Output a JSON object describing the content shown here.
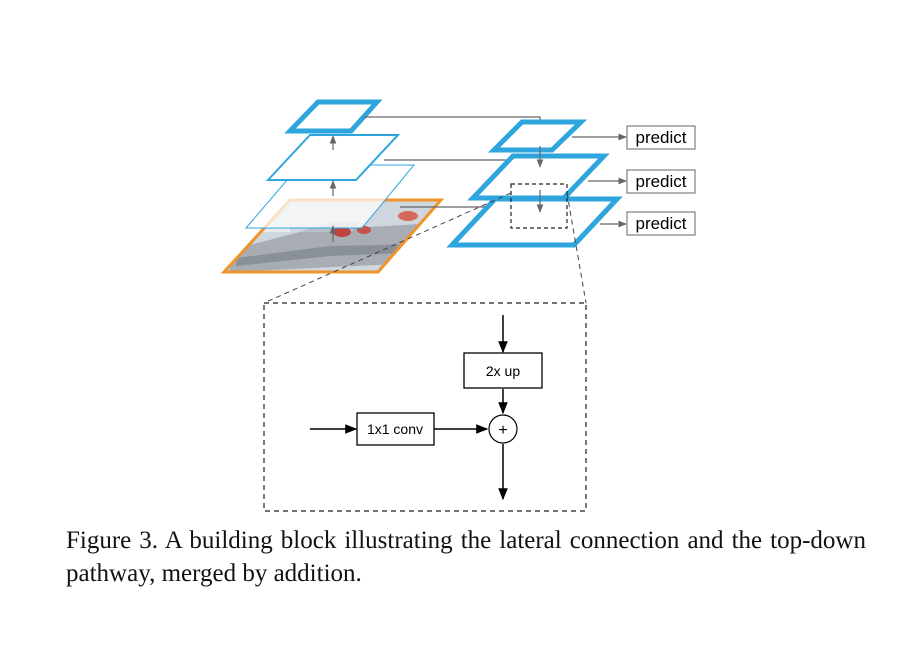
{
  "diagram": {
    "predict_labels": [
      "predict",
      "predict",
      "predict"
    ],
    "block": {
      "upsample_label": "2x up",
      "conv_label": "1x1 conv",
      "add_symbol": "+"
    }
  },
  "colors": {
    "pyramid_blue": "#2ea5dc",
    "image_orange": "#f0932b",
    "arrow_gray": "#666666"
  },
  "caption": {
    "text": "Figure 3. A building block illustrating the lateral connection and the top-down pathway, merged by addition."
  }
}
